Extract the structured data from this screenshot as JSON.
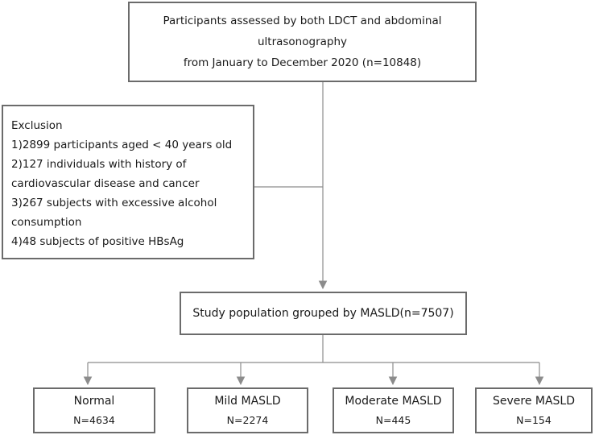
{
  "top_box": {
    "line1": "Participants assessed by both LDCT and abdominal ultrasonography",
    "line2": "from January to December 2020 (n=10848)"
  },
  "exclusion": {
    "title": "Exclusion",
    "lines": [
      "1)2899 participants aged   < 40 years old",
      "2)127 individuals with history of",
      "cardiovascular disease and cancer",
      "3)267 subjects with excessive alcohol",
      "consumption",
      "4)48 subjects of positive HBsAg"
    ]
  },
  "study_box": {
    "label": "Study population grouped by MASLD(n=7507)"
  },
  "groups": [
    {
      "label": "Normal",
      "n": "N=4634"
    },
    {
      "label": "Mild MASLD",
      "n": "N=2274"
    },
    {
      "label": "Moderate MASLD",
      "n": "N=445"
    },
    {
      "label": "Severe MASLD",
      "n": "N=154"
    }
  ],
  "colors": {
    "line": "#8c8c8c",
    "border": "#6b6b6b"
  }
}
